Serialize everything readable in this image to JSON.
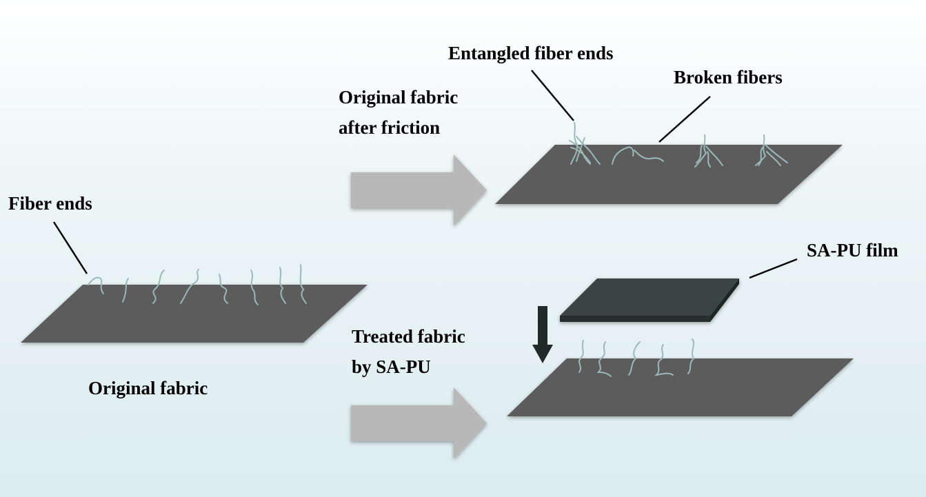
{
  "labels": {
    "fiber_ends": "Fiber ends",
    "original_fabric": "Original fabric",
    "original_after_friction_line1": "Original fabric",
    "original_after_friction_line2": "after friction",
    "entangled_fiber_ends": "Entangled fiber ends",
    "broken_fibers": "Broken fibers",
    "treated_fabric_line1": "Treated fabric",
    "treated_fabric_line2": "by SA-PU",
    "sa_pu_film": "SA-PU film"
  },
  "colors": {
    "fabric": "#5b5b5b",
    "film": "#394443",
    "fiber": "#9ab9b8",
    "arrow": "#b8b8b8",
    "down_arrow": "#1f2a29"
  }
}
